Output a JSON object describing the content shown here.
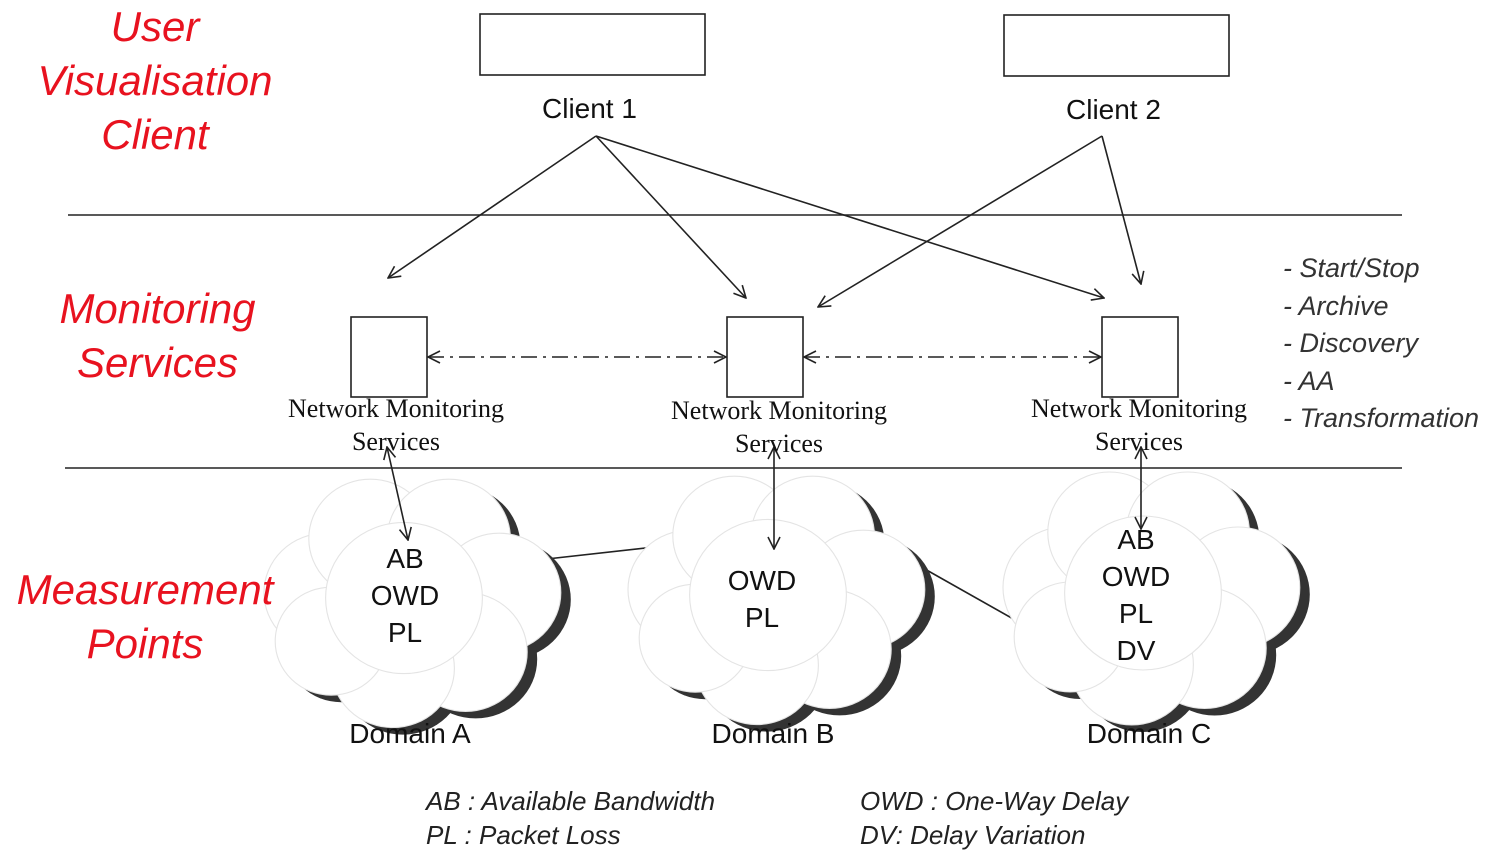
{
  "layers": {
    "client": [
      "User",
      "Visualisation",
      "Client"
    ],
    "services": [
      "Monitoring",
      "Services"
    ],
    "measurement": [
      "Measurement",
      "Points"
    ]
  },
  "clients": [
    {
      "label": "Client 1"
    },
    {
      "label": "Client 2"
    }
  ],
  "services": [
    {
      "line1": "Network Monitoring",
      "line2": "Services"
    },
    {
      "line1": "Network Monitoring",
      "line2": "Services"
    },
    {
      "line1": "Network Monitoring",
      "line2": "Services"
    }
  ],
  "functions": [
    "- Start/Stop",
    "- Archive",
    "- Discovery",
    "- AA",
    "- Transformation"
  ],
  "domains": [
    {
      "name": "Domain A",
      "metrics": [
        "AB",
        "OWD",
        "PL"
      ]
    },
    {
      "name": "Domain B",
      "metrics": [
        "OWD",
        "PL"
      ]
    },
    {
      "name": "Domain C",
      "metrics": [
        "AB",
        "OWD",
        "PL",
        "DV"
      ]
    }
  ],
  "legend": {
    "left": [
      "AB : Available Bandwidth",
      "PL : Packet Loss"
    ],
    "right": [
      "OWD : One-Way Delay",
      "DV: Delay Variation"
    ]
  },
  "colors": {
    "layer_label": "#e8121f",
    "line": "#222222",
    "cloud_shadow": "#333333"
  }
}
